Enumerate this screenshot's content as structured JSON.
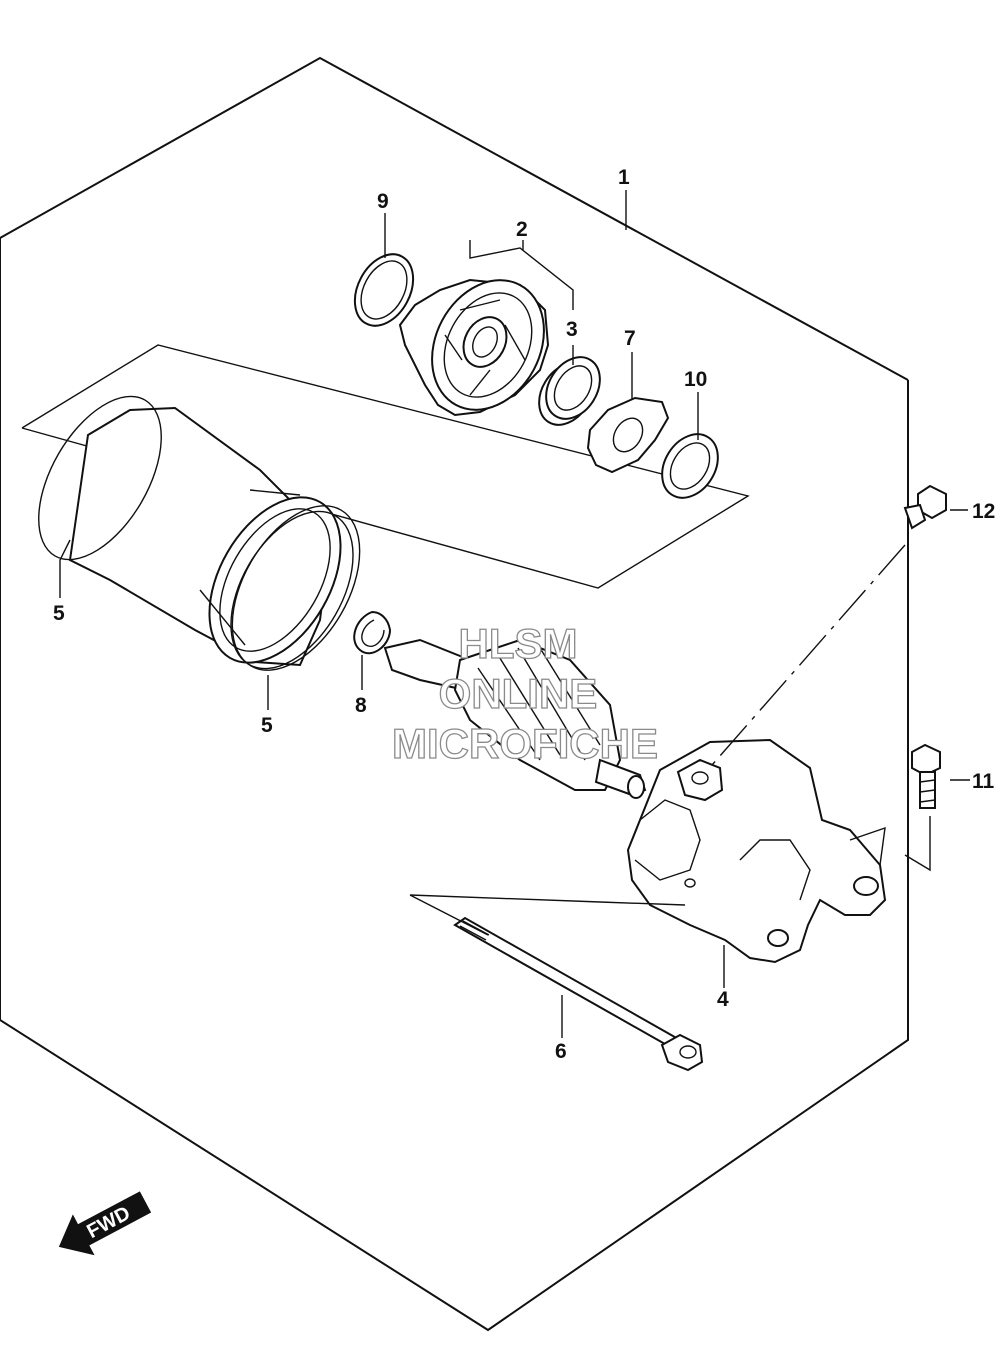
{
  "diagram": {
    "callouts": {
      "c1": "1",
      "c2": "2",
      "c3": "3",
      "c4": "4",
      "c5a": "5",
      "c5b": "5",
      "c6": "6",
      "c7": "7",
      "c8": "8",
      "c9": "9",
      "c10": "10",
      "c11": "11",
      "c12": "12"
    },
    "watermark": {
      "line1": "HLSM",
      "line2": "ONLINE",
      "line3": "MICROFICHE"
    },
    "fwd_label": "FWD"
  }
}
